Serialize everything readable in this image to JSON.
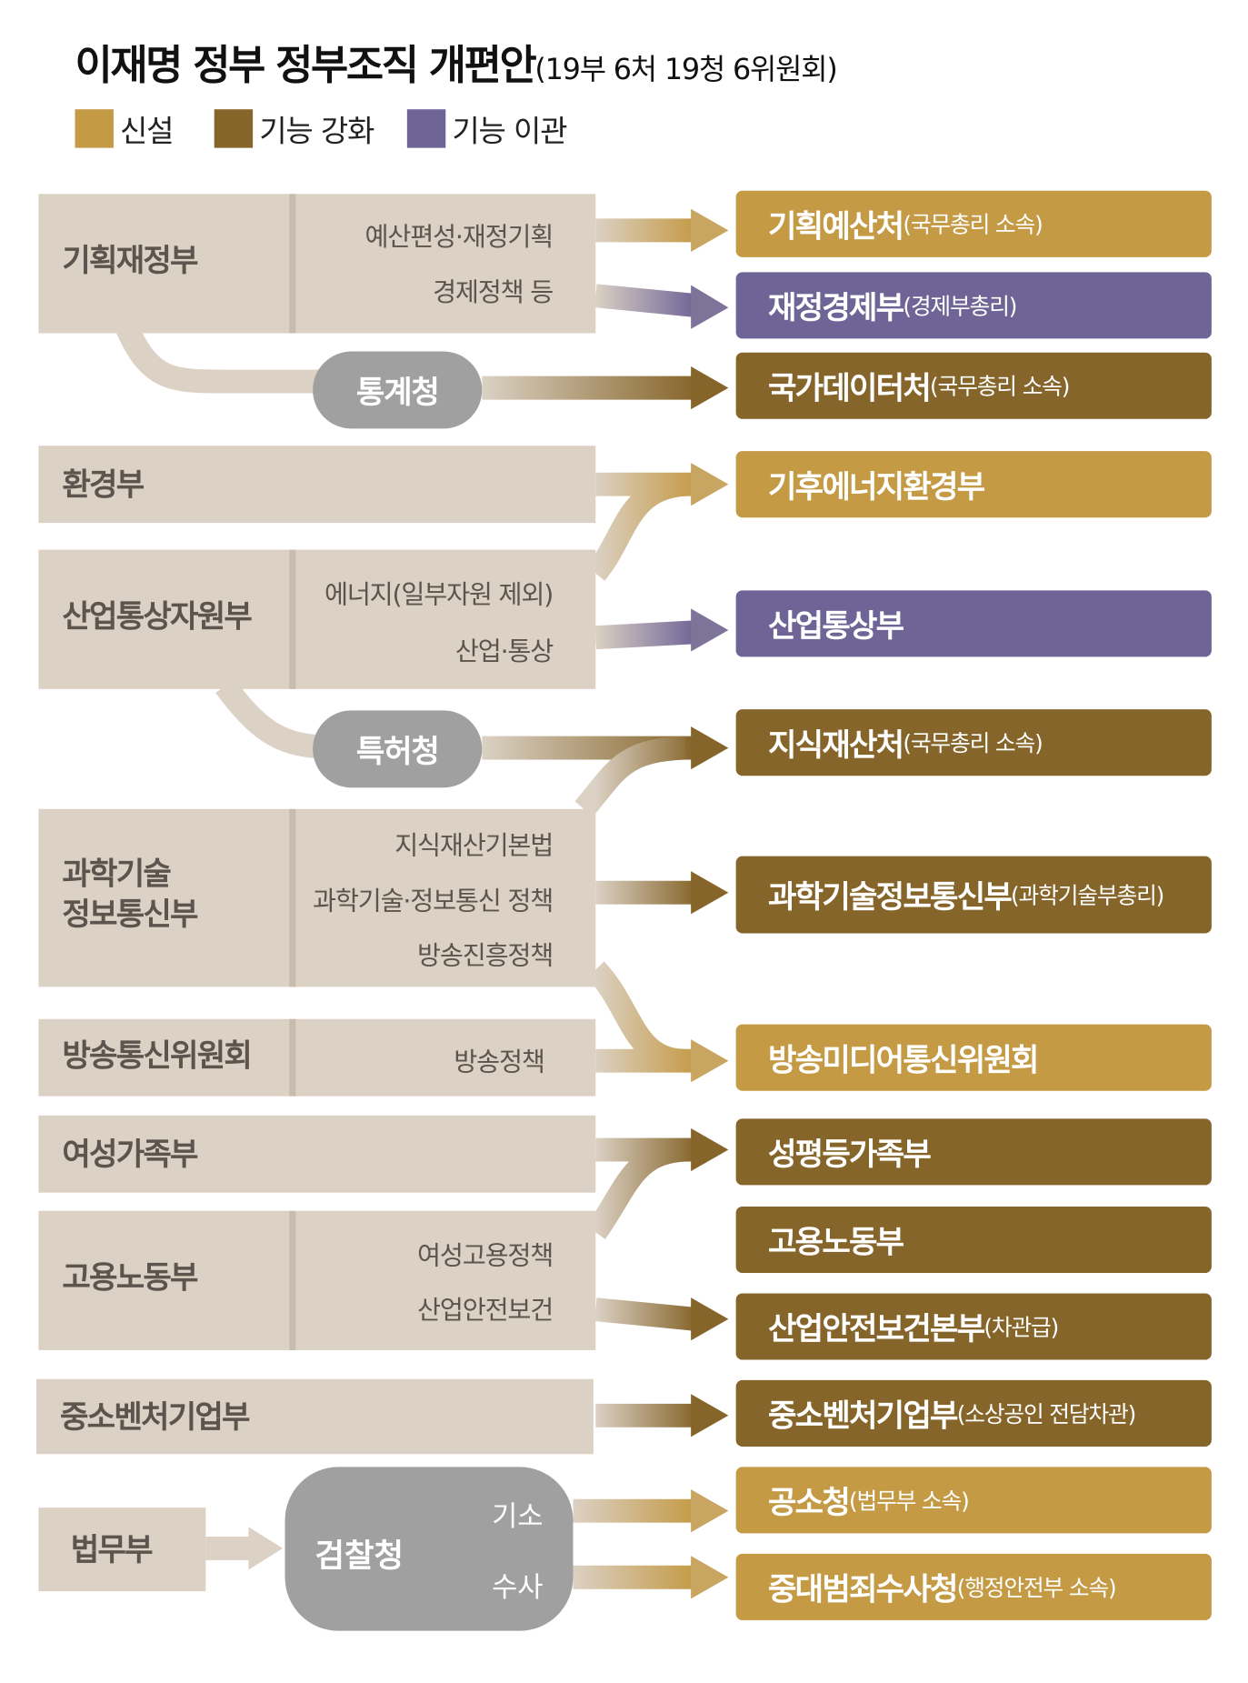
{
  "title": {
    "main": "이재명 정부 정부조직 개편안",
    "sub": "(19부 6처 19청 6위원회)"
  },
  "legend": [
    {
      "label": "신설",
      "color": "#c49a45"
    },
    {
      "label": "기능 강화",
      "color": "#86652a"
    },
    {
      "label": "기능 이관",
      "color": "#6f6496"
    }
  ],
  "current": {
    "moef": {
      "name": "기획재정부",
      "subs": [
        "예산편성·재정기획",
        "경제정책 등"
      ]
    },
    "env": {
      "name": "환경부"
    },
    "motie": {
      "name": "산업통상자원부",
      "subs": [
        "에너지(일부자원 제외)",
        "산업·통상"
      ]
    },
    "msit": {
      "name1": "과학기술",
      "name2": "정보통신부",
      "subs": [
        "지식재산기본법",
        "과학기술·정보통신 정책",
        "방송진흥정책"
      ]
    },
    "kcc": {
      "name": "방송통신위원회",
      "subs": [
        "방송정책"
      ]
    },
    "mogef": {
      "name": "여성가족부"
    },
    "mol": {
      "name": "고용노동부",
      "subs": [
        "여성고용정책",
        "산업안전보건"
      ]
    },
    "mss": {
      "name": "중소벤처기업부"
    },
    "moj": {
      "name": "법무부"
    }
  },
  "agencies": {
    "stat": "통계청",
    "kipo": "특허청",
    "spo": {
      "name": "검찰청",
      "roles": [
        "기소",
        "수사"
      ]
    }
  },
  "new": [
    {
      "name": "기획예산처",
      "note": "(국무총리 소속)"
    },
    {
      "name": "재정경제부",
      "note": "(경제부총리)"
    },
    {
      "name": "국가데이터처",
      "note": "(국무총리 소속)"
    },
    {
      "name": "기후에너지환경부",
      "note": ""
    },
    {
      "name": "산업통상부",
      "note": ""
    },
    {
      "name": "지식재산처",
      "note": "(국무총리 소속)"
    },
    {
      "name": "과학기술정보통신부",
      "note": "(과학기술부총리)"
    },
    {
      "name": "방송미디어통신위원회",
      "note": ""
    },
    {
      "name": "성평등가족부",
      "note": ""
    },
    {
      "name": "고용노동부",
      "note": ""
    },
    {
      "name": "산업안전보건본부",
      "note": "(차관급)"
    },
    {
      "name": "중소벤처기업부",
      "note": "(소상공인 전담차관)"
    },
    {
      "name": "공소청",
      "note": "(법무부 소속)"
    },
    {
      "name": "중대범죄수사청",
      "note": "(행정안전부 소속)"
    }
  ]
}
